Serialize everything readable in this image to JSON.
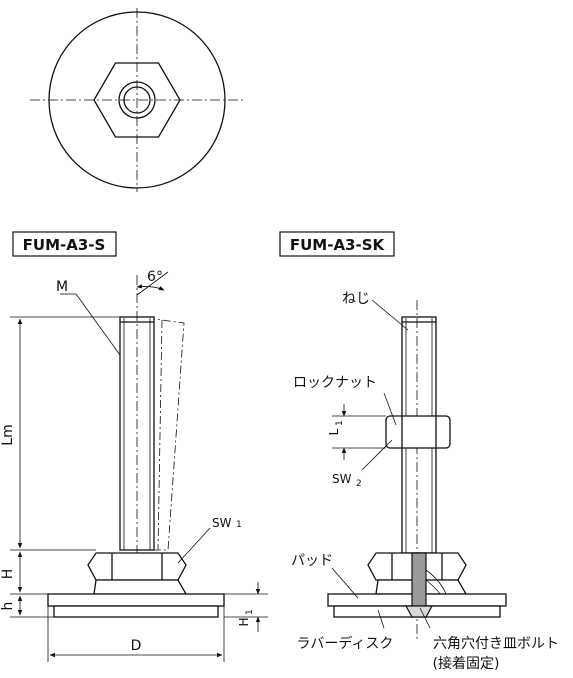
{
  "titles": {
    "left": "FUM-A3-S",
    "right": "FUM-A3-SK"
  },
  "left_labels": {
    "thread": "M",
    "angle": "6°",
    "lm": "Lm",
    "sw1_main": "SW",
    "sw1_sub": "1",
    "h_upper": "H",
    "h_lower": "h",
    "diameter": "D",
    "h1_main": "H",
    "h1_sub": "1"
  },
  "right_labels": {
    "screw": "ねじ",
    "locknut": "ロックナット",
    "l1_main": "L",
    "l1_sub": "1",
    "sw2_main": "SW",
    "sw2_sub": "2",
    "pad": "パッド",
    "rubber_disc": "ラバーディスク",
    "bolt": "六角穴付き皿ボルト",
    "bolt_note": "(接着固定)"
  }
}
